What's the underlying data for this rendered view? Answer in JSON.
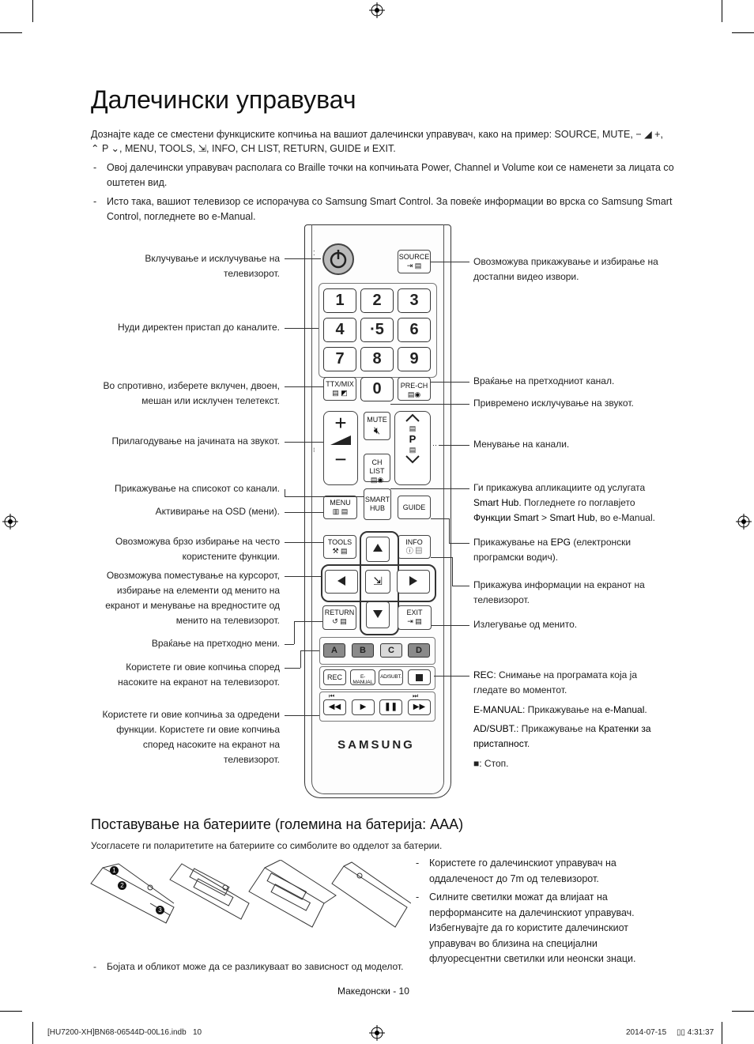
{
  "page": {
    "title": "Далечински управувач",
    "intro_line1": "Дознајте каде се сместени функциските копчиња на вашиот далечински управувач, како на пример: SOURCE, MUTE, − ◢ +,",
    "intro_line2": "⌃ P ⌄, MENU, TOOLS, ⇲, INFO, CH LIST, RETURN, GUIDE и EXIT.",
    "bullet1_a": "Овој далечински управувач располага со Braille точки на копчињата Power, Channel и Volume кои се наменети за лицата со",
    "bullet1_b": "оштетен вид.",
    "bullet2_a": "Исто така, вашиот телевизор се испорачува со Samsung Smart Control. За повеќе информации во врска со Samsung Smart",
    "bullet2_b": "Control, погледнете во e-Manual.",
    "dash": "-"
  },
  "left_labels": {
    "power_a": "Вклучување и исклучување на",
    "power_b": "телевизорот.",
    "numbers": "Нуди директен пристап до каналите.",
    "ttx_a": "Во спротивно, изберете вклучен, двоен,",
    "ttx_b": "мешан или исклучен телетекст.",
    "volume": "Прилагодување на јачината на звукот.",
    "chlist": "Прикажување на списокот со канали.",
    "menu": "Активирање на OSD (мени).",
    "tools_a": "Овозможува брзо избирање на често",
    "tools_b": "користените функции.",
    "nav_a": "Овозможува поместување на курсорот,",
    "nav_b": "избирање на елементи од менито на",
    "nav_c": "екранот и менување на вредностите од",
    "nav_d": "менито на телевизорот.",
    "return": "Враќање на претходно мени.",
    "color_a": "Користете ги овие копчиња според",
    "color_b": "насоките на екранот на телевизорот.",
    "func_a": "Користете ги овие копчиња за одредени",
    "func_b": "функции. Користете ги овие копчиња",
    "func_c": "според насоките на екранот на",
    "func_d": "телевизорот."
  },
  "right_labels": {
    "source_a": "Овозможува прикажување и избирање на",
    "source_b": "достапни видео извори.",
    "prech": "Враќање на претходниот канал.",
    "mute": "Привремено исклучување на звукот.",
    "channel": "Менување на канали.",
    "smart_a": "Ги прикажува апликациите од услугата",
    "smart_b1": "Smart Hub",
    "smart_b2": ". Погледнете го поглавјето",
    "smart_c1": "Функции Smart",
    "smart_c2": " > ",
    "smart_c3": "Smart Hub",
    "smart_c4": ", во e-Manual.",
    "guide_a1": "Прикажување на ",
    "guide_a2": "EPG",
    "guide_a3": " (електронски",
    "guide_b": "програмски водич).",
    "info_a": "Прикажува информации на екранот на",
    "info_b": "телевизорот.",
    "exit": "Излегување од менито.",
    "rec_a1": "REC",
    "rec_a2": ": Снимање на програмата која ја",
    "rec_b": "гледате во моментот.",
    "em_1": "E-MANUAL",
    "em_2": ": Прикажување на ",
    "em_3": "e-Manual",
    "em_4": ".",
    "ad_1": "AD/SUBT.",
    "ad_2": ": Прикажување на ",
    "ad_3": "Кратенки за",
    "ad_4": "пристапност",
    "ad_5": ".",
    "stop_1": "■",
    "stop_2": ": Стоп."
  },
  "remote": {
    "source": "SOURCE",
    "digits": [
      "1",
      "2",
      "3",
      "4",
      "·5",
      "6",
      "7",
      "8",
      "9",
      "0"
    ],
    "ttx": "TTX/MIX",
    "prech": "PRE-CH",
    "mute": "MUTE",
    "chlist": "CH LIST",
    "p": "P",
    "menu": "MENU",
    "smart_a": "SMART",
    "smart_b": "HUB",
    "guide": "GUIDE",
    "tools": "TOOLS",
    "info": "INFO",
    "return": "RETURN",
    "exit": "EXIT",
    "colors": [
      {
        "label": "A",
        "bg": "#8a8a8a"
      },
      {
        "label": "B",
        "bg": "#8a8a8a"
      },
      {
        "label": "C",
        "bg": "#d9d9d9"
      },
      {
        "label": "D",
        "bg": "#8a8a8a"
      }
    ],
    "rec": "REC",
    "emanual": "E-MANUAL",
    "adsubt": "AD/SUBT.",
    "brand": "SAMSUNG",
    "plus": "+",
    "minus": "−"
  },
  "battery": {
    "heading": "Поставување на батериите (големина на батерија: AAA)",
    "instruction": "Усогласете ги поларитетите на батериите со симболите во одделот за батерии.",
    "steps": [
      "1",
      "2",
      "3"
    ],
    "note_left": "Бојата и обликот може да се разликуваат во зависност од моделот.",
    "note_r1_a": "Користете го далечинскиот управувач на",
    "note_r1_b": "оддалеченост до 7m од телевизорот.",
    "note_r2_a": "Силните светилки можат да влијаат на",
    "note_r2_b": "перформансите на далечинскиот управувач.",
    "note_r2_c": "Избегнувајте да го користите далечинскиот",
    "note_r2_d": "управувач во близина на специјални",
    "note_r2_e": "флуоресцентни светилки или неонски знаци."
  },
  "footer": {
    "page_label": "Македонски - 10",
    "file": "[HU7200-XH]BN68-06544D-00L16.indb   10",
    "date": "2014-07-15",
    "time": "▯▯ 4:31:37"
  }
}
